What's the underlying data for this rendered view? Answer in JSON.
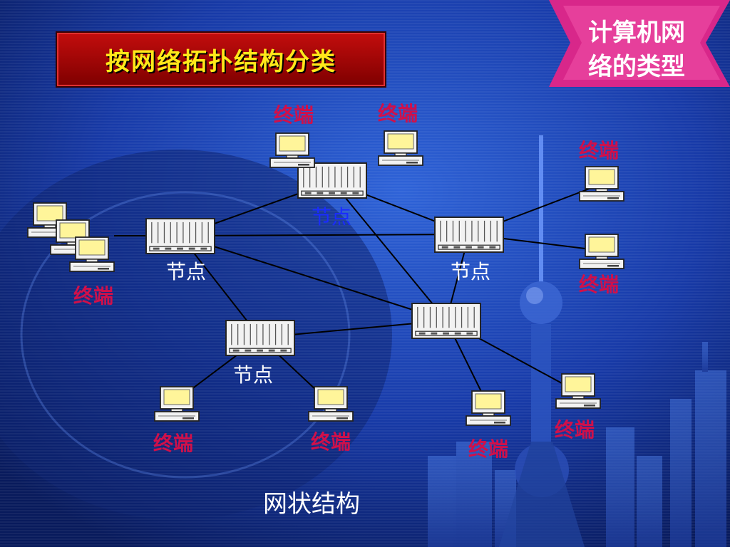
{
  "slide": {
    "title": "按网络拓扑结构分类",
    "badge": "计算机网络的类型",
    "caption": "网状结构",
    "colors": {
      "background": "#0a1f6e",
      "title_bg": "#b00c0c",
      "title_text": "#ffe81a",
      "badge_bg": "#d8278a",
      "terminal_label": "#d0104a",
      "node_label": "#ffffff",
      "node_label_alt": "#1a2cff"
    }
  },
  "diagram": {
    "node_label": "节点",
    "terminal_label": "终端",
    "icons": {
      "node": "network-switch-icon",
      "terminal": "desktop-computer-icon"
    }
  }
}
